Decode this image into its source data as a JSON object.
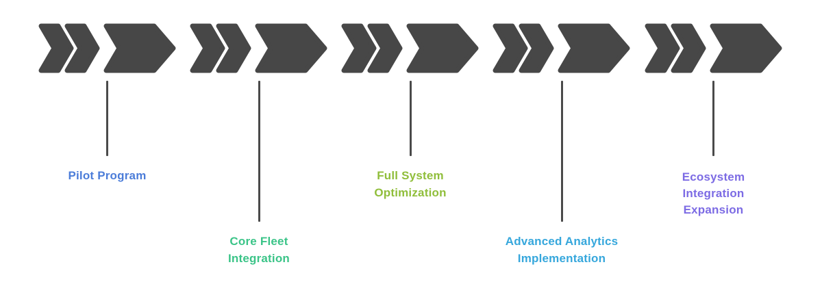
{
  "diagram_type": "process-timeline",
  "colors": {
    "background": "#ffffff",
    "shape": "#474747",
    "connector": "#4a4a4a"
  },
  "stages": [
    {
      "label": "Pilot Program",
      "color": "#4C7DD9",
      "position": "upper"
    },
    {
      "label": "Core Fleet\nIntegration",
      "color": "#3BC488",
      "position": "lower"
    },
    {
      "label": "Full System\nOptimization",
      "color": "#90BE3B",
      "position": "upper"
    },
    {
      "label": "Advanced Analytics\nImplementation",
      "color": "#36A7DC",
      "position": "lower"
    },
    {
      "label": "Ecosystem\nIntegration\nExpansion",
      "color": "#7C6BE4",
      "position": "upper"
    }
  ]
}
